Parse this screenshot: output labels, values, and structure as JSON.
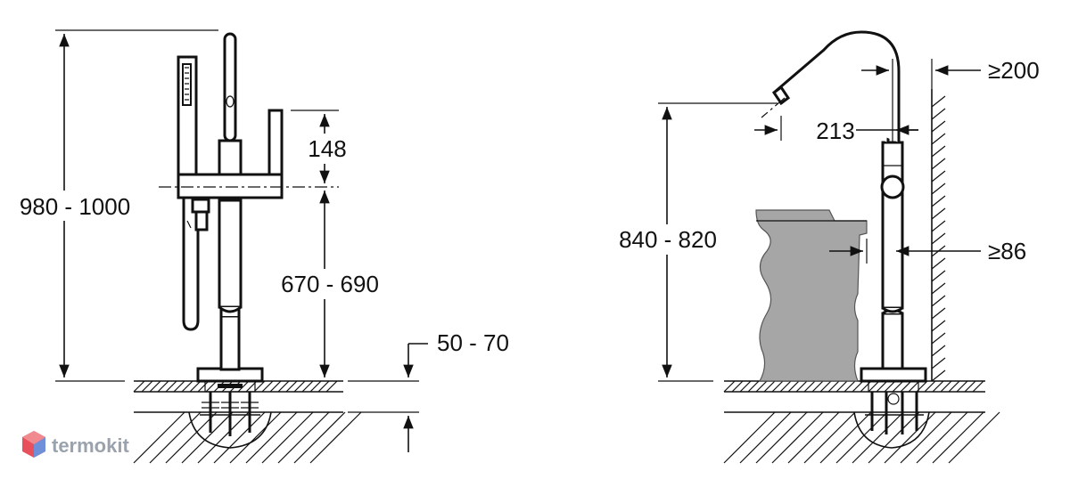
{
  "dimensions": {
    "total_height": "980 - 1000",
    "lever_height": "148",
    "body_height": "670 - 690",
    "floor_depth": "50 - 70",
    "spout_height": "840 - 820",
    "spout_reach": "213",
    "wall_clearance": "≥200",
    "tub_clearance": "≥86"
  },
  "watermark": {
    "text": "termokit"
  },
  "colors": {
    "line": "#111111",
    "tub": "#a6a6a6",
    "watermark": "#9aa3ad",
    "logo": "#e8505b"
  }
}
